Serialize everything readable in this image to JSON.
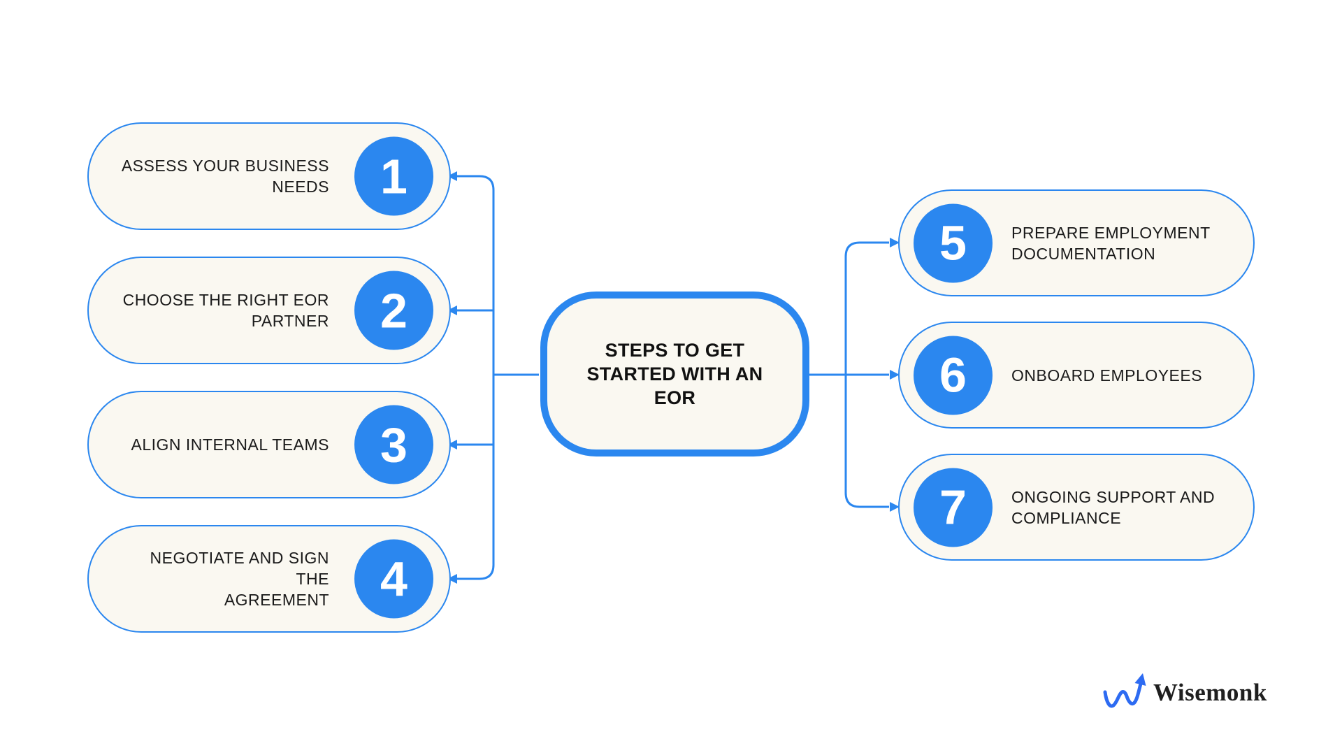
{
  "title": {
    "text": "STEPS TO GET\nSTARTED WITH AN\nEOR"
  },
  "steps": [
    {
      "number": "1",
      "label": "ASSESS YOUR BUSINESS\nNEEDS",
      "side": "left"
    },
    {
      "number": "2",
      "label": "CHOOSE THE RIGHT EOR\nPARTNER",
      "side": "left"
    },
    {
      "number": "3",
      "label": "ALIGN INTERNAL TEAMS",
      "side": "left"
    },
    {
      "number": "4",
      "label": "NEGOTIATE AND SIGN THE\nAGREEMENT",
      "side": "left"
    },
    {
      "number": "5",
      "label": "PREPARE EMPLOYMENT\nDOCUMENTATION",
      "side": "right"
    },
    {
      "number": "6",
      "label": "ONBOARD EMPLOYEES",
      "side": "right"
    },
    {
      "number": "7",
      "label": "ONGOING SUPPORT AND\nCOMPLIANCE",
      "side": "right"
    }
  ],
  "logo": {
    "name": "Wisemonk",
    "mark": "wave-arrow-icon"
  },
  "colors": {
    "accent": "#2B87EF",
    "pill_fill": "#FAF8F1",
    "background": "#FFFFFF",
    "text": "#1A1A1A",
    "number_text": "#FFFFFF",
    "logo_mark_blue": "#2D6BF2",
    "logo_text": "#1F1F1F"
  }
}
